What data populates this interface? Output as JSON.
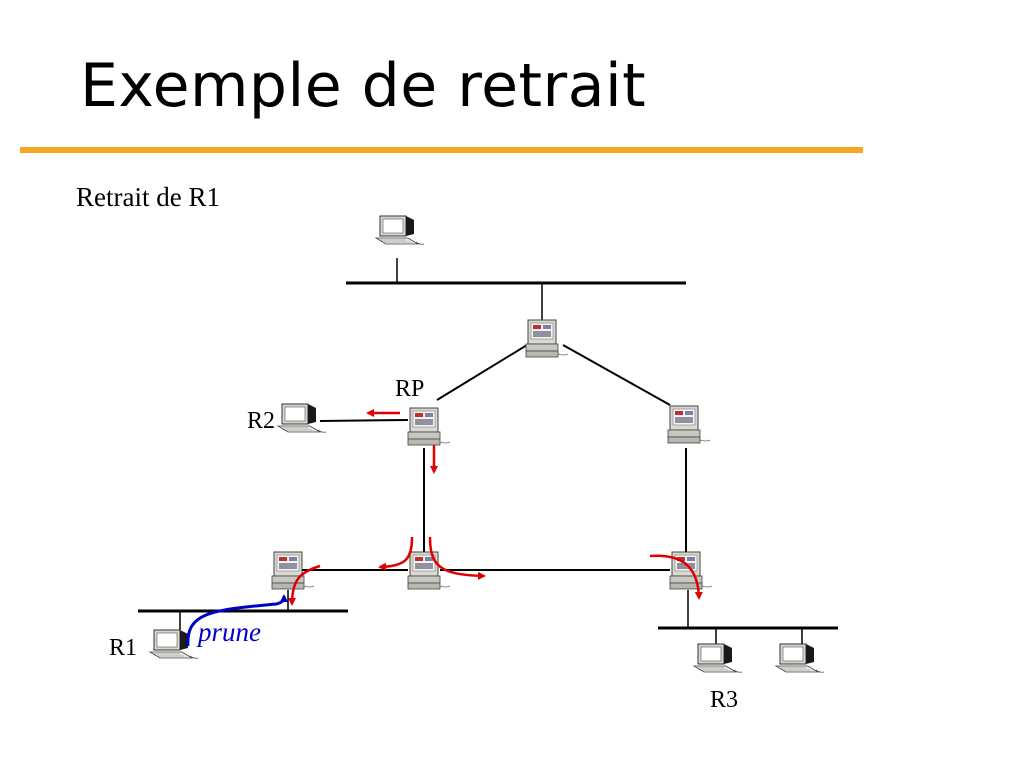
{
  "slide": {
    "title": "Exemple de retrait",
    "subtitle": "Retrait de R1"
  },
  "labels": {
    "rp": "RP",
    "r2": "R2",
    "r1": "R1",
    "r3": "R3",
    "prune": "prune"
  },
  "colors": {
    "accent_rule": "#f5a623",
    "flow": "#e00000",
    "prune": "#0000c8",
    "link": "#000000"
  }
}
